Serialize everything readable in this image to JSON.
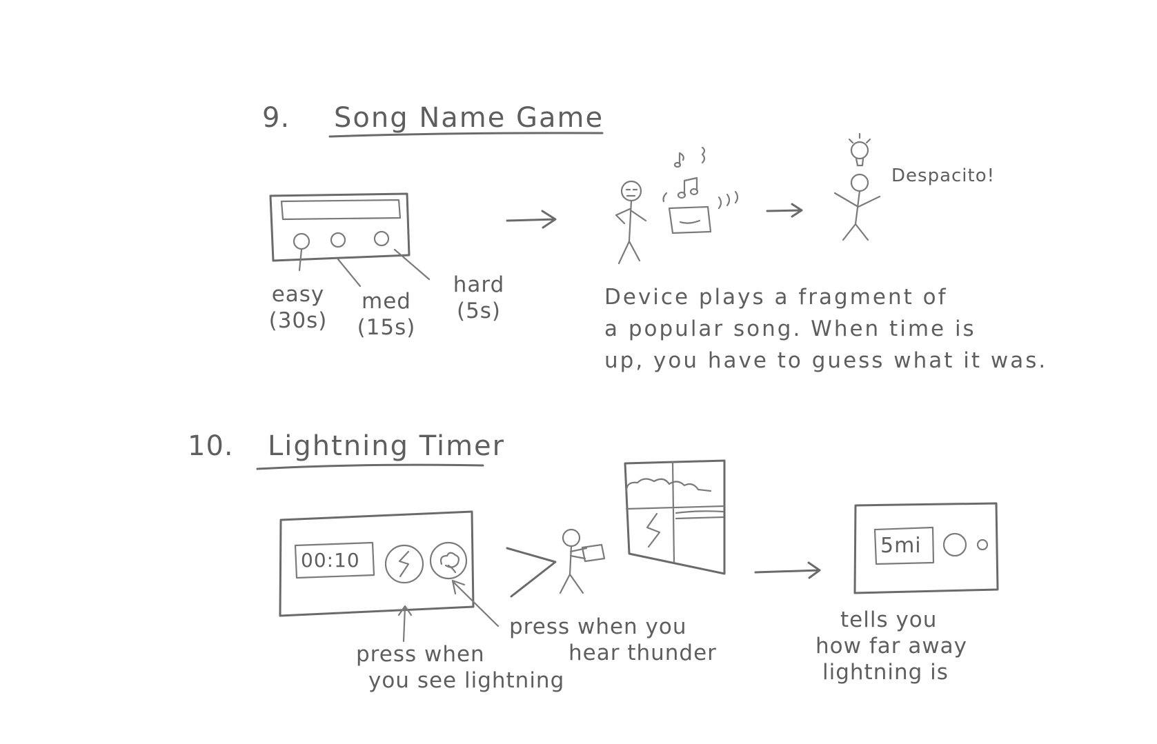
{
  "section9": {
    "number": "9.",
    "title": "Song Name Game",
    "easy_label": "easy",
    "easy_time": "(30s)",
    "med_label": "med",
    "med_time": "(15s)",
    "hard_label": "hard",
    "hard_time": "(5s)",
    "shout": "Despacito!",
    "description_lines": [
      "Device plays a fragment of",
      "a popular song. When time is",
      "up, you have to guess what it was."
    ]
  },
  "section10": {
    "number": "10.",
    "title": "Lightning Timer",
    "timer_display": "00:10",
    "distance_display": "5mi",
    "press_lightning_lines": [
      "press when",
      "you see lightning"
    ],
    "press_thunder_lines": [
      "press when you",
      "hear thunder"
    ],
    "result_lines": [
      "tells you",
      "how far away",
      "lightning is"
    ]
  },
  "colors": {
    "pencil": "#6a6a6a",
    "paper": "#ffffff"
  },
  "icons": {
    "lightning_button": "lightning-bolt-icon",
    "thunder_button": "thunder-cloud-icon",
    "music_notes": "music-note-icon",
    "lightbulb": "lightbulb-icon"
  }
}
